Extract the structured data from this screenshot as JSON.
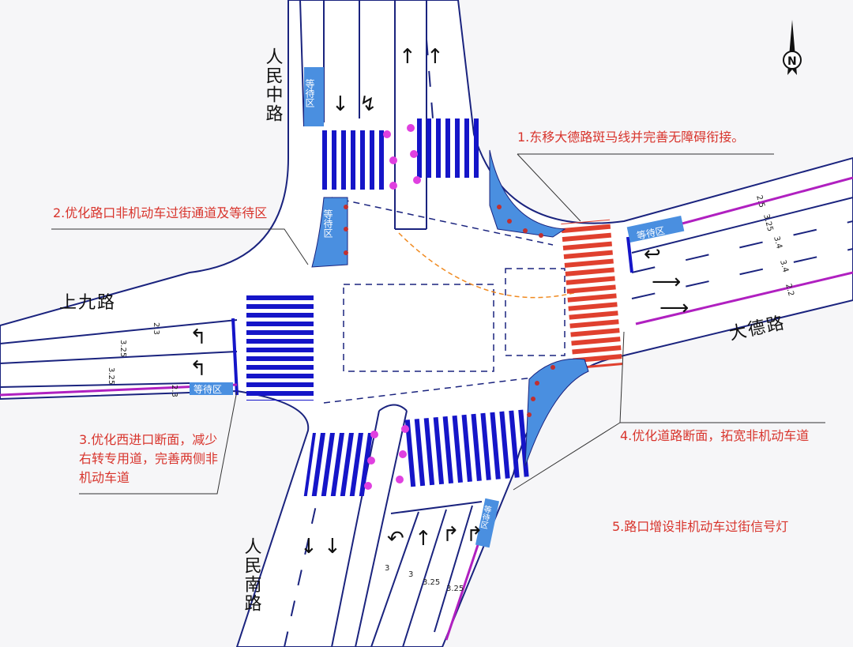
{
  "roads": {
    "north": "人民中路",
    "west": "上九路",
    "east": "大德路",
    "south": "人民南路"
  },
  "compass": "N",
  "notes": [
    "1.东移大德路斑马线并完善无障碍衔接。",
    "2.优化路口非机动车过街通道及等待区",
    "3.优化西进口断面，减少右转专用道，完善两侧非机动车道",
    "4.优化道路断面，拓宽非机动车道",
    "5.路口增设非机动车过街信号灯"
  ],
  "waiting_area_label": "等待区",
  "dimensions": {
    "west": [
      "2.3",
      "3.25",
      "3.25",
      "2.3"
    ],
    "east": [
      "2.5",
      "3.25",
      "3.4",
      "3.4",
      "2.2"
    ],
    "south": [
      "3",
      "3",
      "3.25",
      "3.25"
    ]
  },
  "colors": {
    "road_line": "#1a237e",
    "crosswalk_blue": "#1515c8",
    "crosswalk_red": "#e0402e",
    "waiting_area": "#4a8fe0",
    "bike_lane": "#b020c0",
    "dot": "#e040e0",
    "note": "#d8342c"
  }
}
